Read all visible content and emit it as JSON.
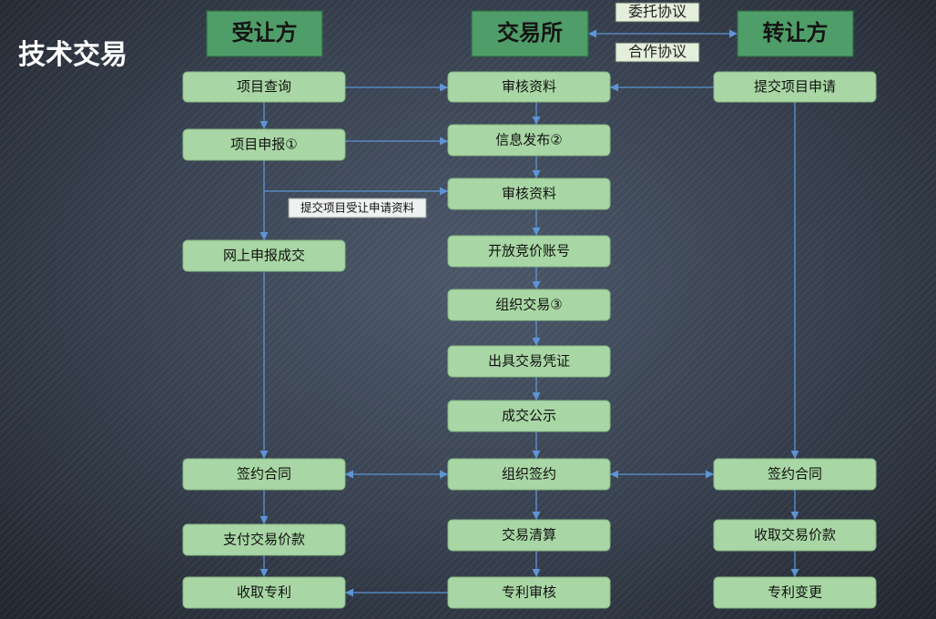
{
  "title": "技术交易",
  "lanes": {
    "buyer": "受让方",
    "exchange": "交易所",
    "seller": "转让方"
  },
  "agreements": {
    "entrust": "委托协议",
    "cooperation": "合作协议"
  },
  "buyer_steps": {
    "query": "项目查询",
    "apply": "项目申报①",
    "online_deal": "网上申报成交",
    "contract": "签约合同",
    "pay": "支付交易价款",
    "receive_patent": "收取专利"
  },
  "exchange_steps": {
    "review_1": "审核资料",
    "publish": "信息发布②",
    "review_2": "审核资料",
    "open_bidding": "开放竞价账号",
    "organize_trade": "组织交易③",
    "voucher": "出具交易凭证",
    "publicity": "成交公示",
    "organize_signing": "组织签约",
    "clearing": "交易清算",
    "patent_review": "专利审核"
  },
  "seller_steps": {
    "submit": "提交项目申请",
    "contract": "签约合同",
    "receive_payment": "收取交易价款",
    "patent_change": "专利变更"
  },
  "edge_labels": {
    "submit_materials": "提交项目受让申请资料"
  },
  "colors": {
    "header_fill": "#4f9d68",
    "node_fill": "#a8d6a4",
    "arrow": "#5d95d6"
  }
}
